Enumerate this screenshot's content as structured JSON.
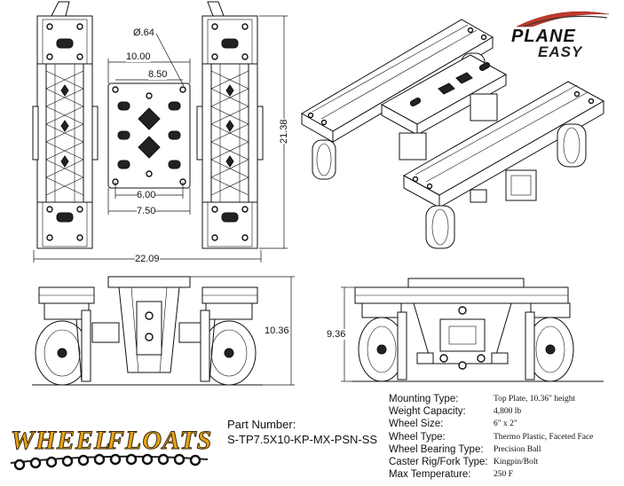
{
  "brand": {
    "plane_easy_line1": "PLANE",
    "plane_easy_line2": "EASY",
    "wheelfloats_word1": "WHEEL",
    "wheelfloats_word2": "FLOATS",
    "accent_color": "#e8a317",
    "swoosh_color": "#c0392b"
  },
  "dimensions": {
    "hole_diameter": "Ø.64",
    "plate_length": "10.00",
    "plate_bolt_length": "8.50",
    "plate_bolt_width": "6.00",
    "plate_width": "7.50",
    "overall_length": "21.38",
    "overall_width": "22.09",
    "height_side": "10.36",
    "height_front": "9.36"
  },
  "part": {
    "label": "Part Number:",
    "number": "S-TP7.5X10-KP-MX-PSN-SS"
  },
  "specs": [
    {
      "label": "Mounting Type:",
      "value": "Top Plate, 10.36\" height"
    },
    {
      "label": "Weight Capacity:",
      "value": "4,800 lb"
    },
    {
      "label": "Wheel Size:",
      "value": "6\" x 2\""
    },
    {
      "label": "Wheel Type:",
      "value": "Thermo Plastic, Faceted Face"
    },
    {
      "label": "Wheel Bearing Type:",
      "value": "Precision Ball"
    },
    {
      "label": "Caster Rig/Fork Type:",
      "value": "Kingpin/Bolt"
    },
    {
      "label": "Max Temperature:",
      "value": "250 F"
    }
  ]
}
